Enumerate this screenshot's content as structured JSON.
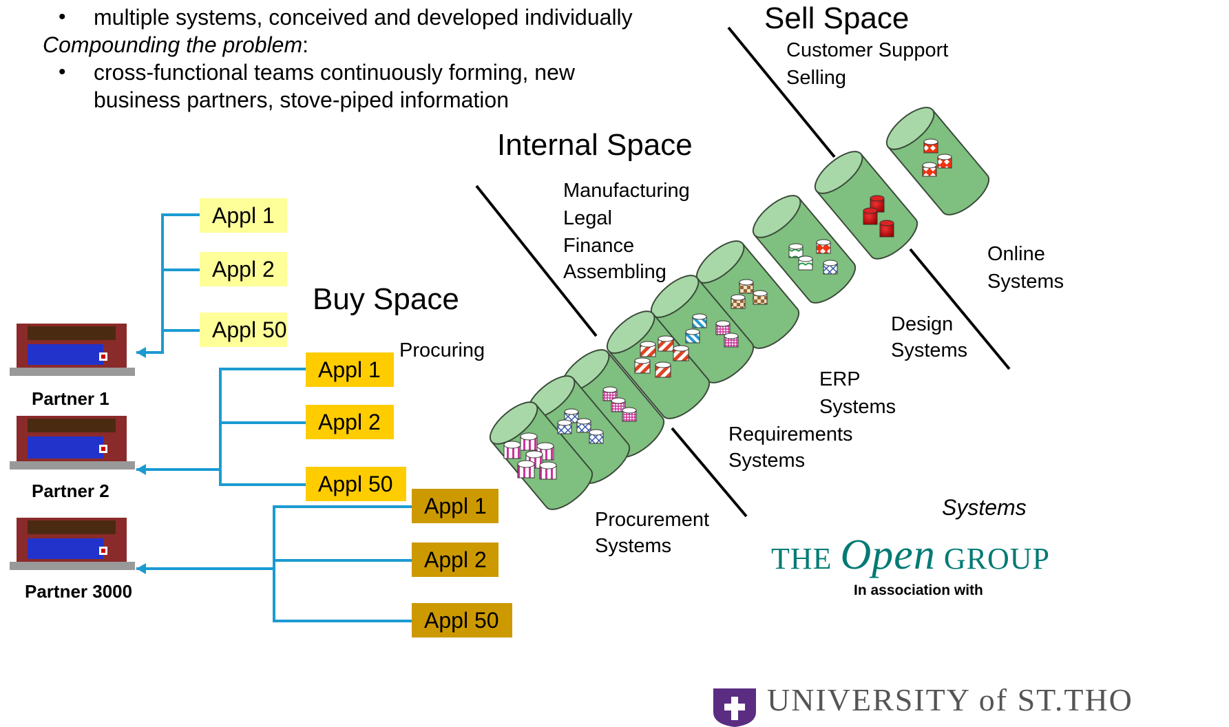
{
  "intro": {
    "bullet1": "multiple systems, conceived and developed individually",
    "compounding": "Compounding the problem",
    "compounding_colon": ":",
    "bullet2_line1": "cross-functional teams continuously forming, new",
    "bullet2_line2": "business partners, stove-piped information",
    "bullet_char": "•"
  },
  "spaces": {
    "sell": {
      "title": "Sell Space",
      "items": [
        "Customer Support",
        "Selling"
      ]
    },
    "internal": {
      "title": "Internal Space",
      "items": [
        "Manufacturing",
        "Legal",
        "Finance",
        "Assembling"
      ]
    },
    "buy": {
      "title": "Buy Space",
      "items": [
        "Procuring"
      ]
    }
  },
  "systems": {
    "online": [
      "Online",
      "Systems"
    ],
    "design": [
      "Design",
      "Systems"
    ],
    "erp": [
      "ERP",
      "Systems"
    ],
    "requirements": [
      "Requirements",
      "Systems"
    ],
    "procurement": [
      "Procurement",
      "Systems"
    ],
    "caption": "Systems"
  },
  "partners": [
    {
      "name": "Partner 1",
      "apps": [
        "Appl 1",
        "Appl 2",
        "Appl 50"
      ]
    },
    {
      "name": "Partner 2",
      "apps": [
        "Appl 1",
        "Appl 2",
        "Appl 50"
      ]
    },
    {
      "name": "Partner 3000",
      "apps": [
        "Appl 1",
        "Appl 2",
        "Appl 50"
      ]
    }
  ],
  "logos": {
    "open_group_the": "THE",
    "open_group_open": "Open",
    "open_group_group": "GROUP",
    "association": "In association with",
    "university": "UNIVERSITY of ST.THO"
  },
  "colors": {
    "connector": "#1b9ad2",
    "app_pale": "#ffff99",
    "app_gold": "#ffcc00",
    "app_dark": "#cc9900",
    "cylinder": "#7fbf7f",
    "open_group": "#007a74"
  }
}
